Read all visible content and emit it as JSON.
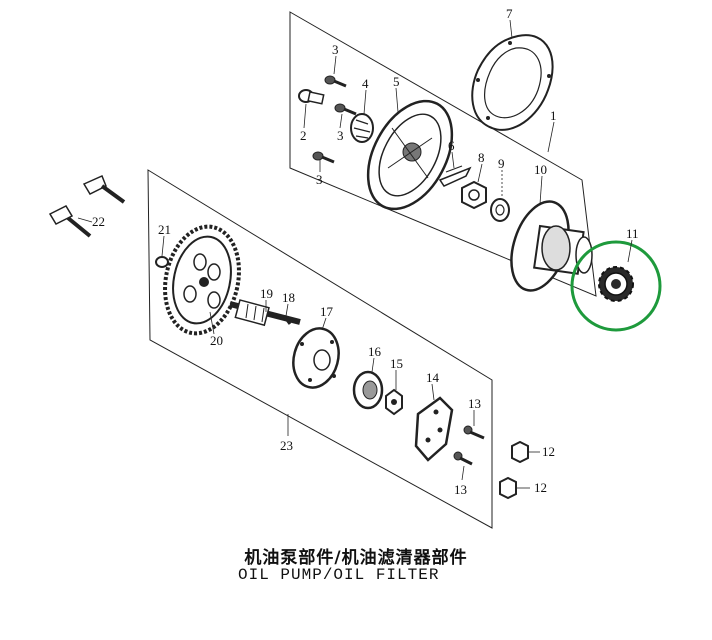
{
  "title_cn": "机油泵部件/机油滤清器部件",
  "title_en": "OIL PUMP/OIL FILTER",
  "part_labels": {
    "p1": "1",
    "p2": "2",
    "p3a": "3",
    "p3b": "3",
    "p3c": "3",
    "p4": "4",
    "p5": "5",
    "p6": "6",
    "p7": "7",
    "p8": "8",
    "p9": "9",
    "p10": "10",
    "p11": "11",
    "p12a": "12",
    "p12b": "12",
    "p13a": "13",
    "p13b": "13",
    "p14": "14",
    "p15": "15",
    "p16": "16",
    "p17": "17",
    "p18": "18",
    "p19": "19",
    "p20": "20",
    "p21": "21",
    "p22": "22",
    "p23": "23"
  },
  "colors": {
    "line": "#222222",
    "highlight": "#1e9a3c",
    "part11_fill": "#2a2a2a"
  },
  "highlight": {
    "part": "11",
    "shape": "circle"
  }
}
